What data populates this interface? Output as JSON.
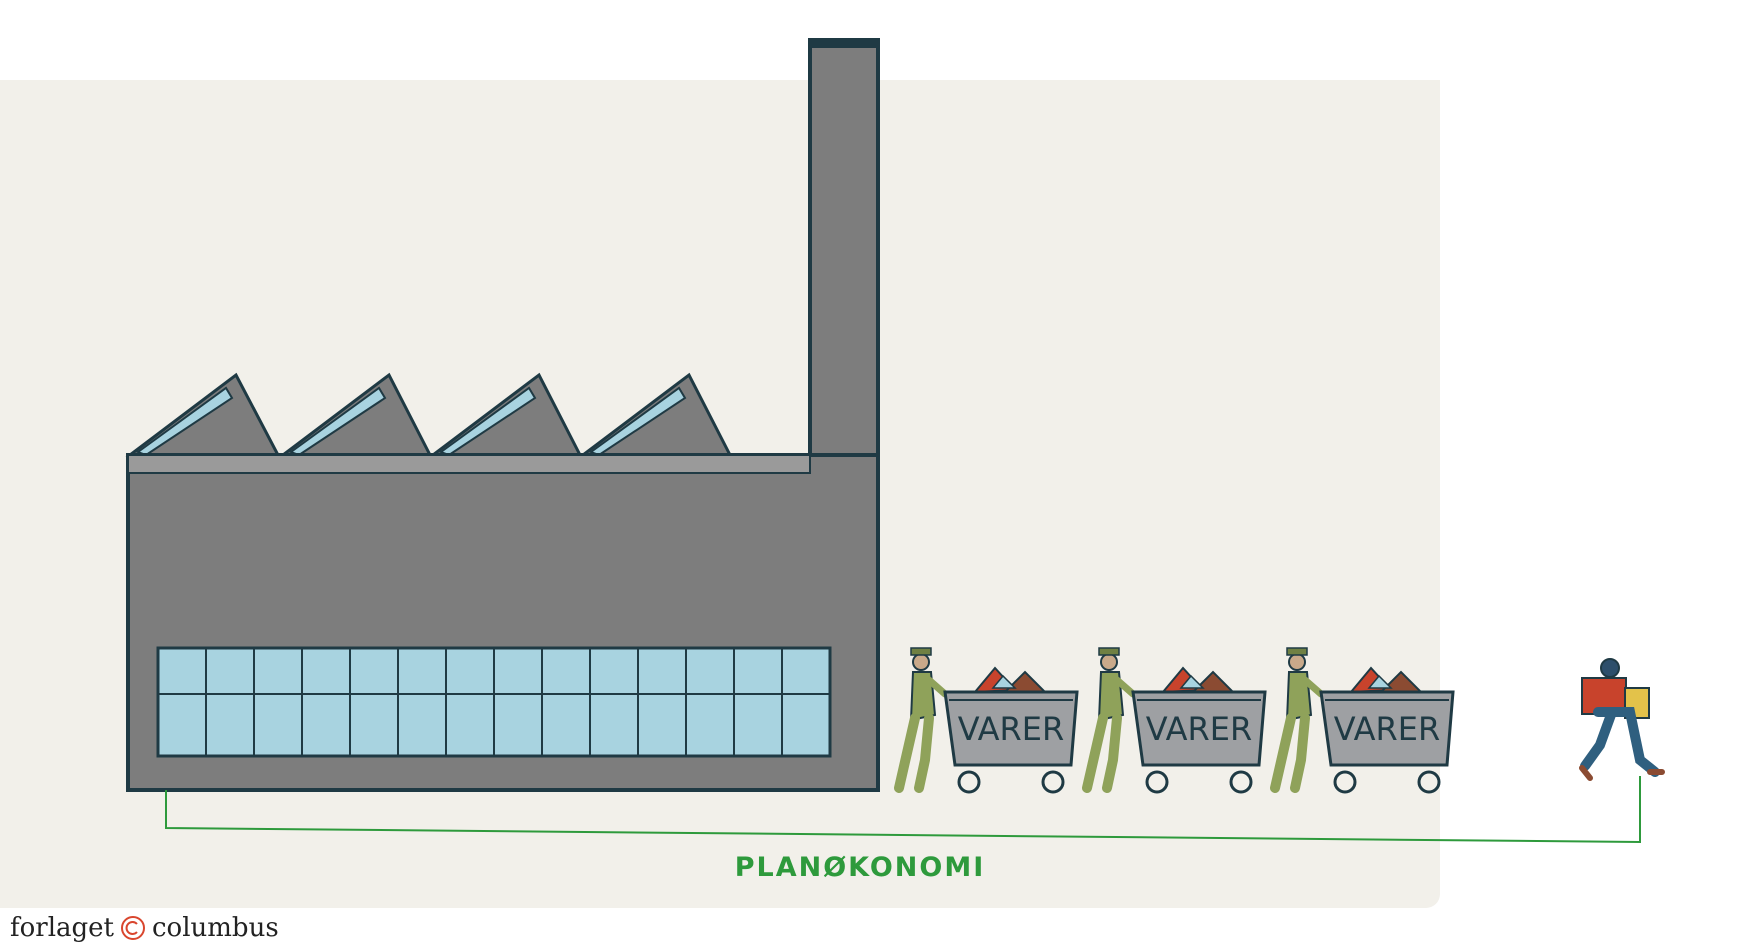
{
  "diagram": {
    "cart_label": "VARER",
    "flow_label": "PLANØKONOMI",
    "carts": 3
  },
  "publisher": {
    "left": "forlaget",
    "right": "columbus",
    "logo_icon": "copyright-circle-icon"
  },
  "colors": {
    "background_panel": "#f2f0ea",
    "factory": "#7d7d7d",
    "outline": "#1f3a44",
    "window": "#a8d3e0",
    "flow_line": "#2e9a3c",
    "worker": "#8fa25a",
    "cart": "#9ea0a3",
    "cargo_red": "#c8432c",
    "cargo_brown": "#8b4b32"
  }
}
